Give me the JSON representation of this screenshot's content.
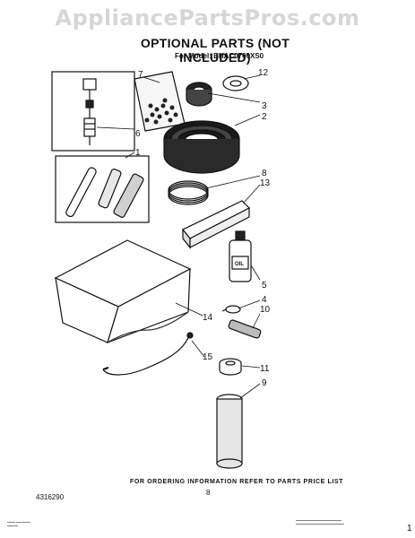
{
  "watermark": "AppliancePartsPros.com",
  "header": {
    "title": "OPTIONAL PARTS (NOT INCLUDED)",
    "model": "For Model: BHAC0700XS0"
  },
  "callouts": [
    "7",
    "12",
    "3",
    "2",
    "6",
    "1",
    "8",
    "13",
    "5",
    "4",
    "10",
    "14",
    "15",
    "11",
    "9"
  ],
  "bottle_label": "OIL",
  "footer": {
    "note": "FOR ORDERING INFORMATION REFER TO PARTS PRICE LIST",
    "page": "8",
    "doc_number": "4316290",
    "corner": "1"
  }
}
